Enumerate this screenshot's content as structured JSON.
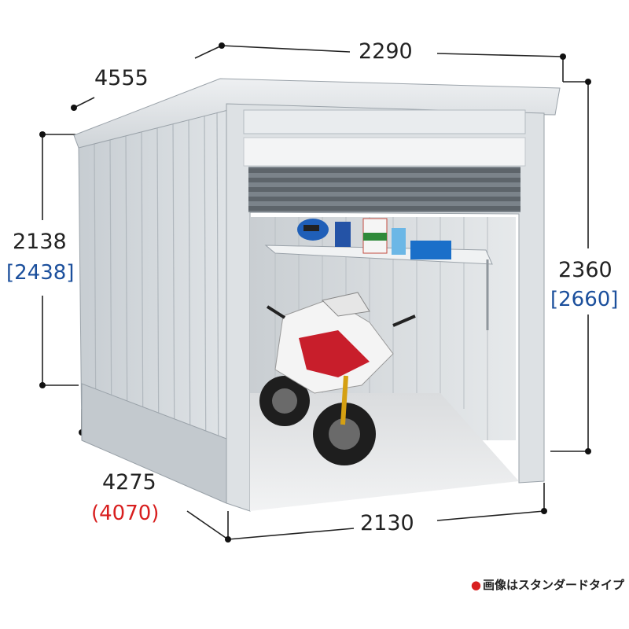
{
  "dimensions": {
    "top_depth": "4555",
    "top_width": "2290",
    "left_height": "2138",
    "left_height_alt": "[2438]",
    "right_height": "2360",
    "right_height_alt": "[2660]",
    "bottom_depth": "4275",
    "bottom_depth_alt": "(4070)",
    "bottom_width": "2130"
  },
  "note": {
    "bullet": "●",
    "text": "画像はスタンダードタイプ"
  },
  "colors": {
    "dimension_text": "#222222",
    "alt_blue": "#1b4f9c",
    "alt_red": "#d81f1f",
    "shed_light": "#d9dee2",
    "shed_mid": "#b9c0c6",
    "shed_dark": "#9aa2a9"
  },
  "icons": {
    "shed": "storage-shed-illustration",
    "motorcycle": "motorcycle-illustration"
  }
}
